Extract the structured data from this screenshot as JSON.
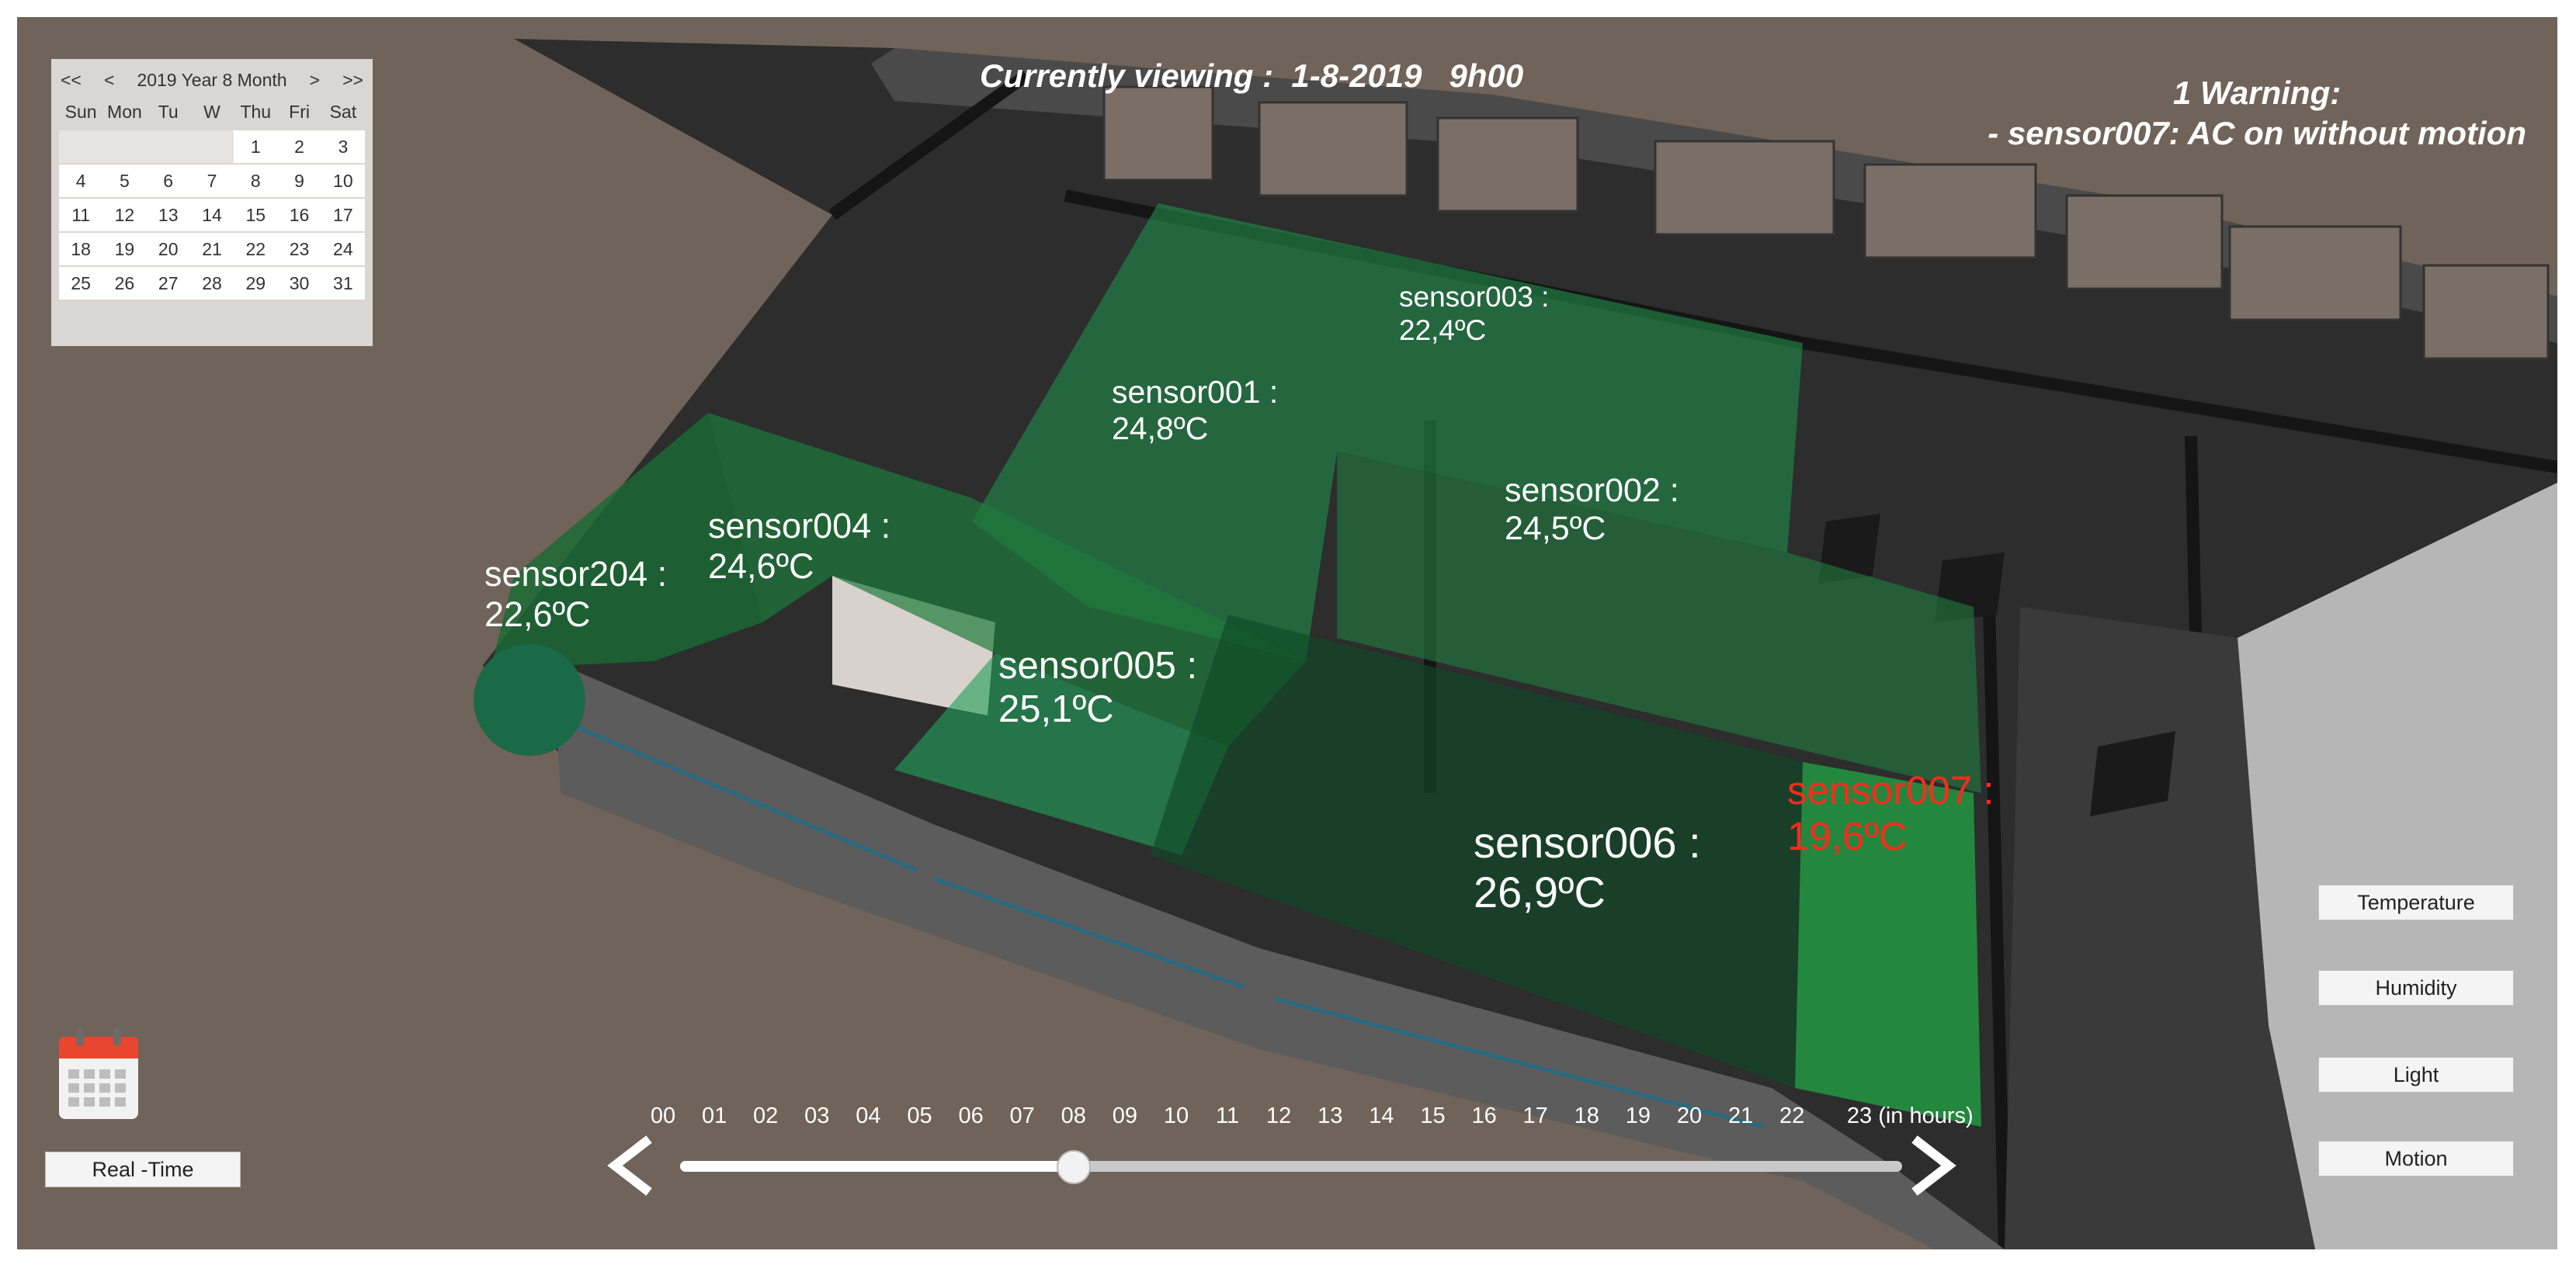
{
  "header": {
    "viewing": "Currently viewing :  1-8-2019   9h00",
    "warning_title": "1 Warning:",
    "warning_detail": "- sensor007: AC on without motion"
  },
  "calendar": {
    "nav_prev_year": "<<",
    "nav_prev_month": "<",
    "title": "2019 Year  8 Month",
    "nav_next_month": ">",
    "nav_next_year": ">>",
    "weekdays": [
      "Sun",
      "Mon",
      "Tu",
      "W",
      "Thu",
      "Fri",
      "Sat"
    ],
    "leading_blanks": 4,
    "days": [
      "1",
      "2",
      "3",
      "4",
      "5",
      "6",
      "7",
      "8",
      "9",
      "10",
      "11",
      "12",
      "13",
      "14",
      "15",
      "16",
      "17",
      "18",
      "19",
      "20",
      "21",
      "22",
      "23",
      "24",
      "25",
      "26",
      "27",
      "28",
      "29",
      "30",
      "31"
    ]
  },
  "sensors": [
    {
      "id": "sensor003",
      "name": "sensor003 :",
      "temp": "22,4ºC",
      "warn": false
    },
    {
      "id": "sensor001",
      "name": "sensor001 :",
      "temp": "24,8ºC",
      "warn": false
    },
    {
      "id": "sensor002",
      "name": "sensor002 :",
      "temp": "24,5ºC",
      "warn": false
    },
    {
      "id": "sensor004",
      "name": "sensor004 :",
      "temp": "24,6ºC",
      "warn": false
    },
    {
      "id": "sensor204",
      "name": "sensor204 :",
      "temp": "22,6ºC",
      "warn": false
    },
    {
      "id": "sensor005",
      "name": "sensor005 :",
      "temp": "25,1ºC",
      "warn": false
    },
    {
      "id": "sensor006",
      "name": "sensor006 :",
      "temp": "26,9ºC",
      "warn": false
    },
    {
      "id": "sensor007",
      "name": "sensor007 :",
      "temp": "19,6ºC",
      "warn": true
    }
  ],
  "buttons": {
    "temperature": "Temperature",
    "humidity": "Humidity",
    "light": "Light",
    "motion": "Motion",
    "realtime": "Real -Time"
  },
  "timeline": {
    "hours": [
      "00",
      "01",
      "02",
      "03",
      "04",
      "05",
      "06",
      "07",
      "08",
      "09",
      "10",
      "11",
      "12",
      "13",
      "14",
      "15",
      "16",
      "17",
      "18",
      "19",
      "20",
      "21",
      "22",
      "23 (in hours)"
    ],
    "current_hour_index": 9,
    "max_hour_index": 23
  },
  "icons": {
    "calendar": "calendar-icon",
    "prev": "chevron-left-icon",
    "next": "chevron-right-icon"
  },
  "colors": {
    "background": "#706359",
    "zone_green": "#1f7a3e",
    "warning_red": "#ff2a1c"
  }
}
